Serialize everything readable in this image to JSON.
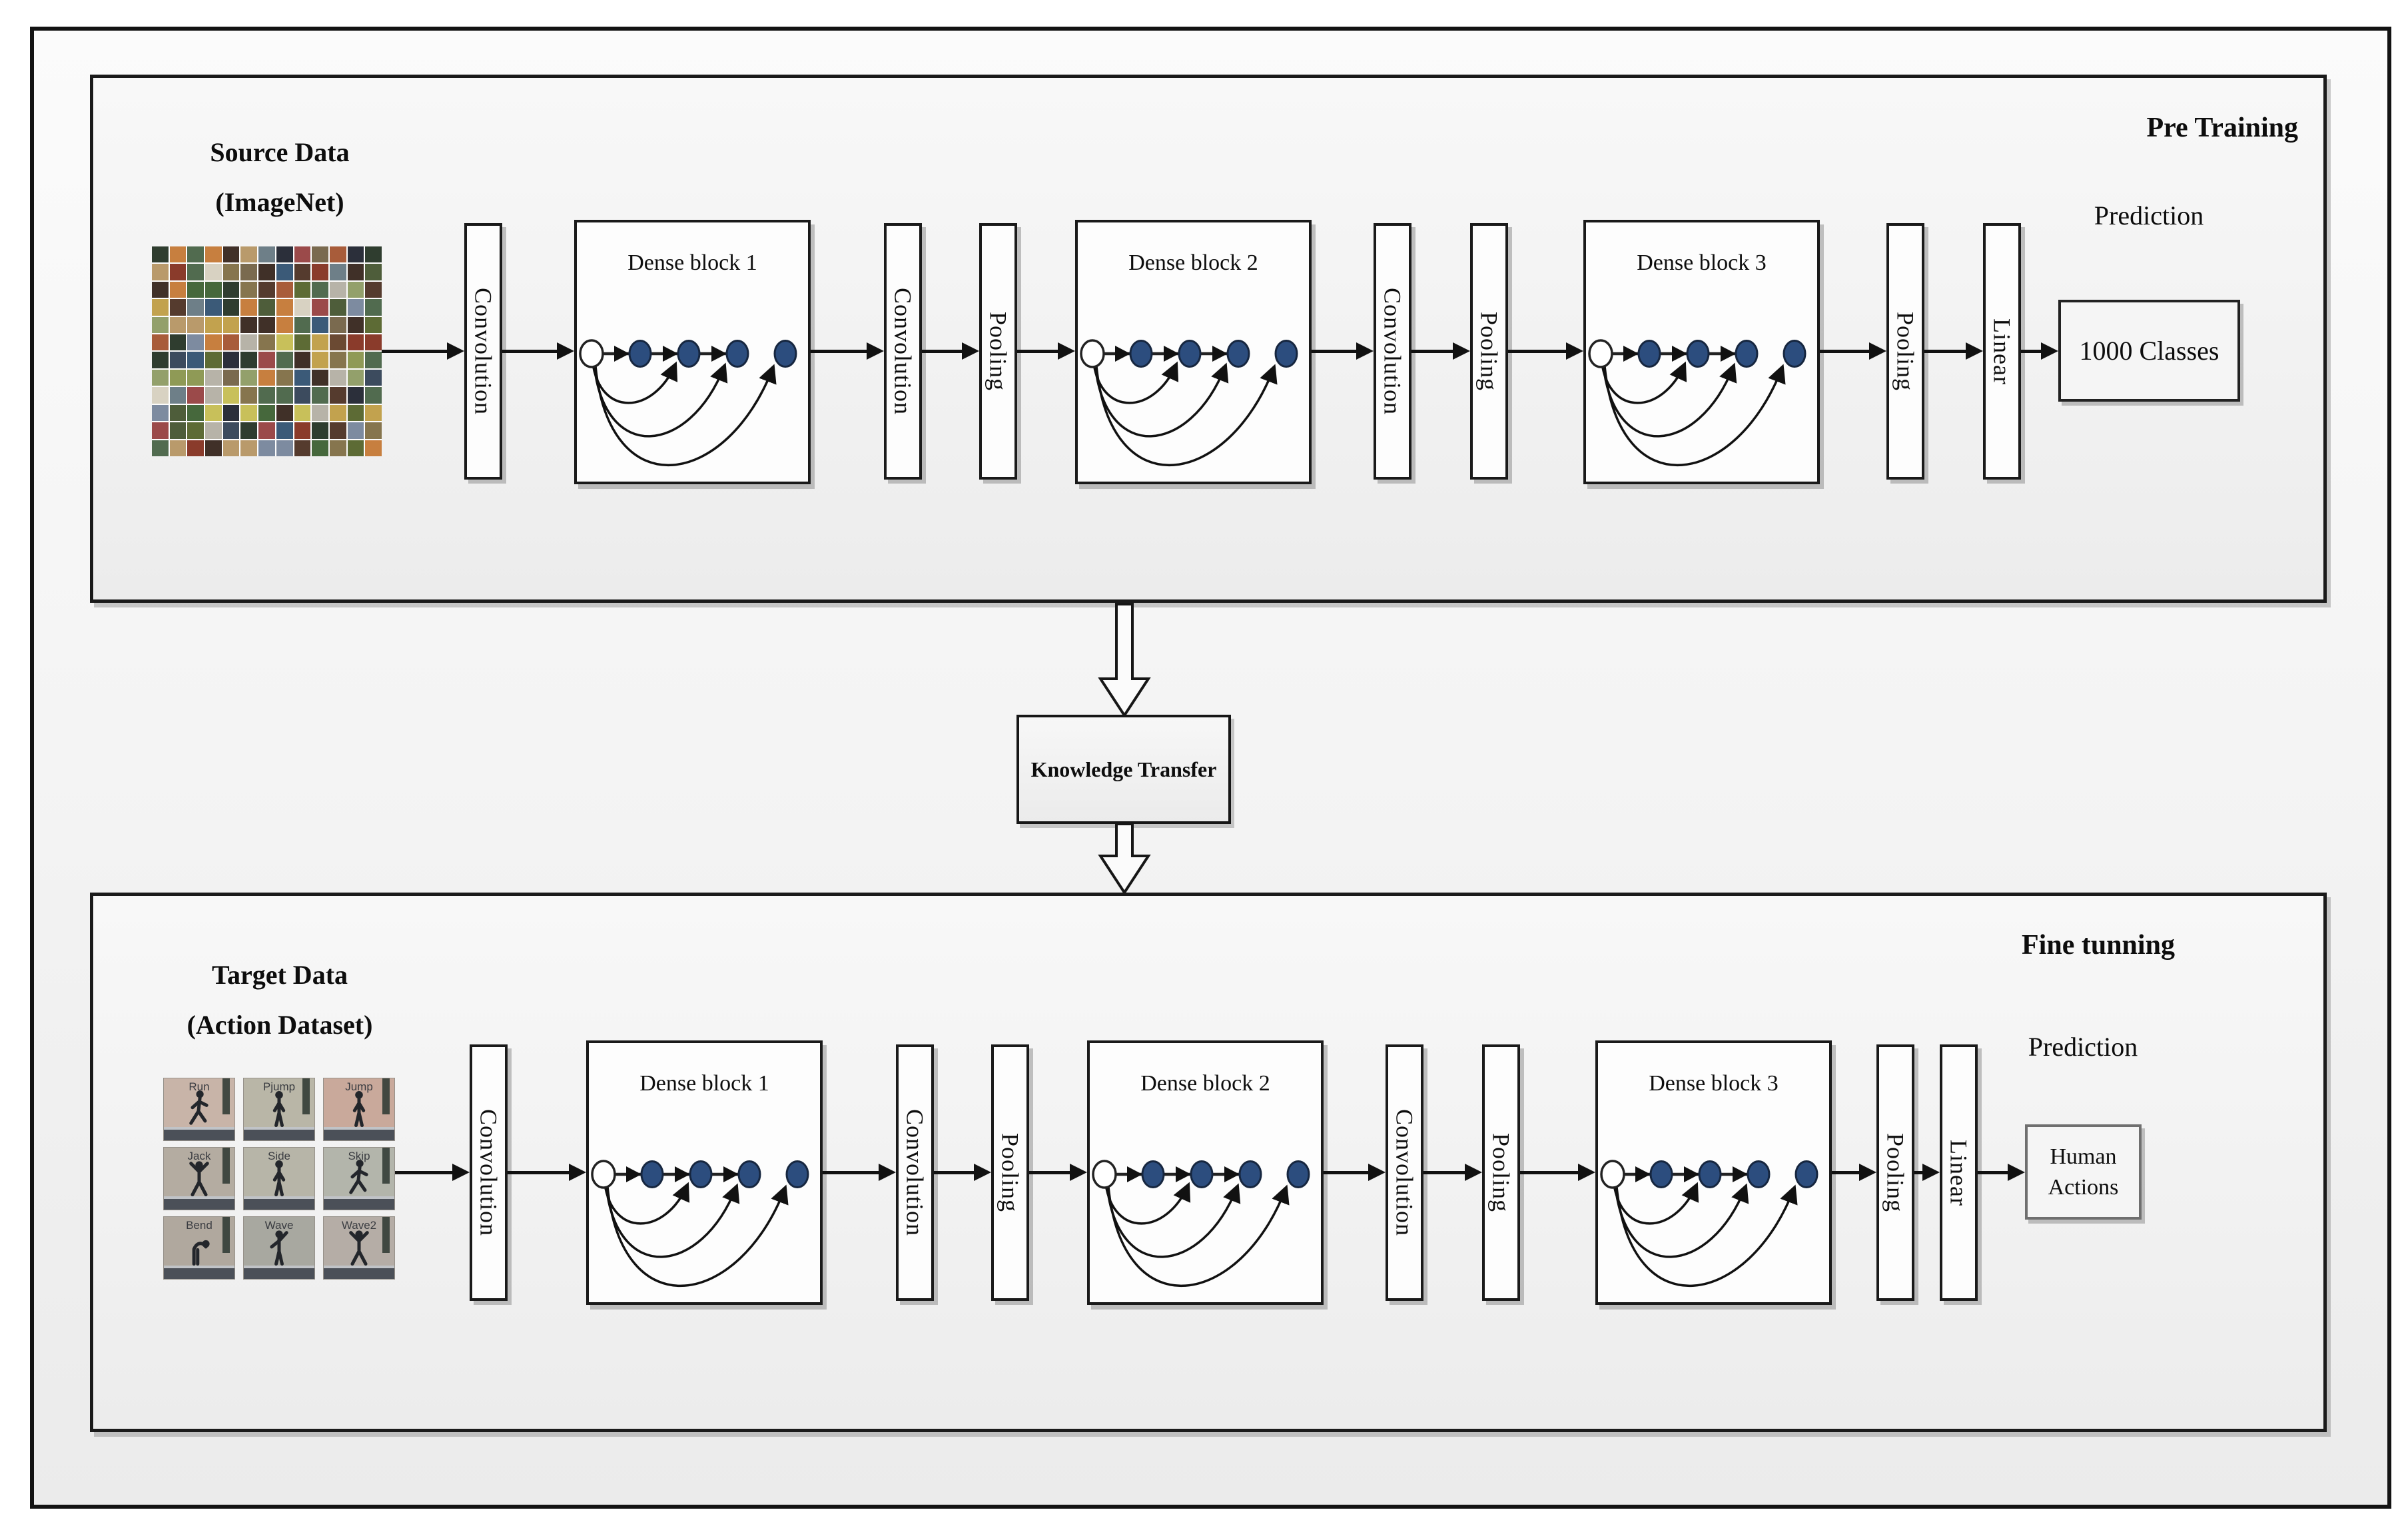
{
  "colors": {
    "node_fill": "#2c4d7e",
    "node_stroke": "#16263f",
    "arrow": "#111111",
    "panel_border": "#1a1a1a"
  },
  "pretraining": {
    "panel_title": "Pre Training",
    "data_title_line1": "Source Data",
    "data_title_line2": "(ImageNet)",
    "conv1": "Convolution",
    "dense1": "Dense block 1",
    "conv2": "Convolution",
    "pool1": "Pooling",
    "dense2": "Dense block 2",
    "conv3": "Convolution",
    "pool2": "Pooling",
    "dense3": "Dense block 3",
    "pool3": "Pooling",
    "linear": "Linear",
    "prediction_label": "Prediction",
    "prediction_value": "1000 Classes"
  },
  "transfer": {
    "label": "Knowledge Transfer"
  },
  "finetuning": {
    "panel_title": "Fine tunning",
    "data_title_line1": "Target Data",
    "data_title_line2": "(Action Dataset)",
    "grid_labels": [
      "Run",
      "Pjump",
      "Jump",
      "Jack",
      "Side",
      "Skip",
      "Bend",
      "Wave",
      "Wave2"
    ],
    "conv1": "Convolution",
    "dense1": "Dense block 1",
    "conv2": "Convolution",
    "pool1": "Pooling",
    "dense2": "Dense block 2",
    "conv3": "Convolution",
    "pool2": "Pooling",
    "dense3": "Dense block 3",
    "pool3": "Pooling",
    "linear": "Linear",
    "prediction_label": "Prediction",
    "prediction_value_line1": "Human",
    "prediction_value_line2": "Actions"
  },
  "collage_palette": [
    "#7a6a4f",
    "#4e5d3a",
    "#8a3b2b",
    "#c2a24e",
    "#3b5a78",
    "#6b4a33",
    "#93a06b",
    "#b7b3a8",
    "#2f3d2f",
    "#a85c3a",
    "#516b4f",
    "#c8c05a",
    "#7d8ba0",
    "#553b2e",
    "#9b4a4a",
    "#3c4b5e",
    "#86754e",
    "#b99a6b",
    "#5d6b35",
    "#403028",
    "#c77f3f",
    "#6e7f88",
    "#8f9a56",
    "#2b2f3a",
    "#d8d2c2",
    "#46683c"
  ]
}
